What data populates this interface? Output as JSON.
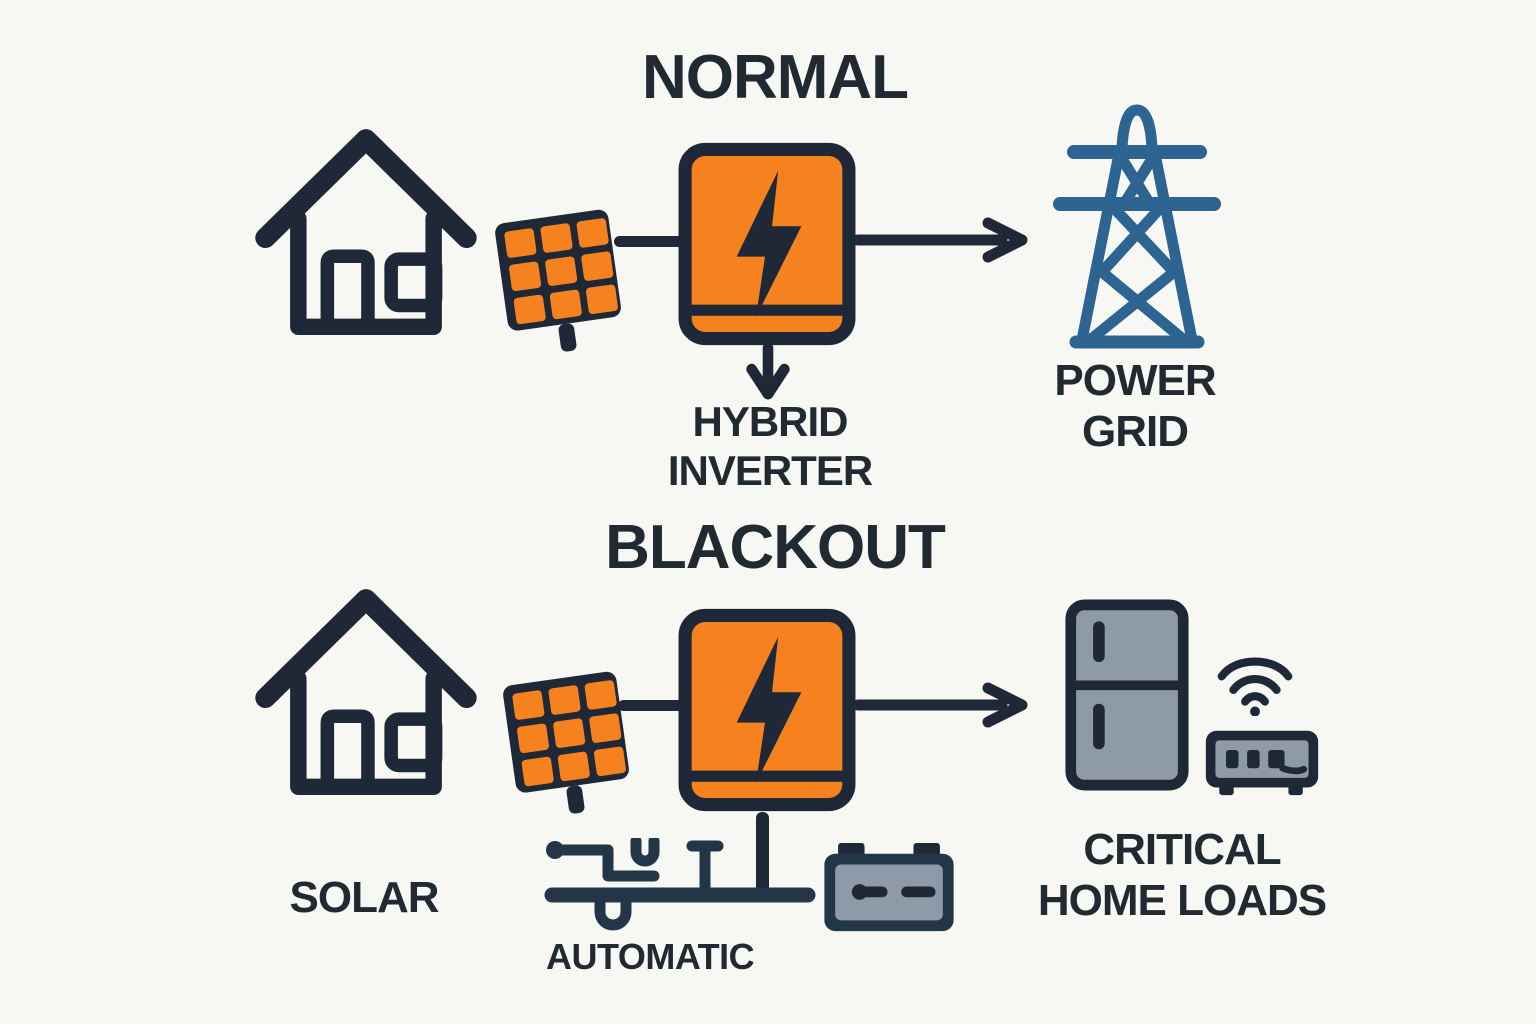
{
  "colors": {
    "background": "#f7f7f4",
    "outline": "#1e2836",
    "text": "#222a31",
    "orange": "#f5821f",
    "grid_blue": "#2d6491",
    "appliance_gray": "#8e9aa8",
    "switch_navy": "#223648"
  },
  "normal": {
    "title": "NORMAL",
    "inverter_label_line1": "HYBRID",
    "inverter_label_line2": "INVERTER",
    "grid_label_line1": "POWER",
    "grid_label_line2": "GRID"
  },
  "blackout": {
    "title": "BLACKOUT",
    "solar_label": "SOLAR",
    "switch_label": "AUTOMATIC",
    "loads_label_line1": "CRITICAL",
    "loads_label_line2": "HOME LOADS"
  },
  "icons": {
    "house": "house-icon",
    "solar_panel": "solar-panel-icon",
    "hybrid_inverter": "hybrid-inverter-icon",
    "lightning_bolt": "lightning-bolt-icon",
    "power_tower": "power-tower-icon",
    "refrigerator": "refrigerator-icon",
    "wifi": "wifi-icon",
    "router": "router-icon",
    "battery": "battery-icon",
    "transfer_switch": "transfer-switch-icon",
    "flow_arrow": "arrow-icon"
  }
}
